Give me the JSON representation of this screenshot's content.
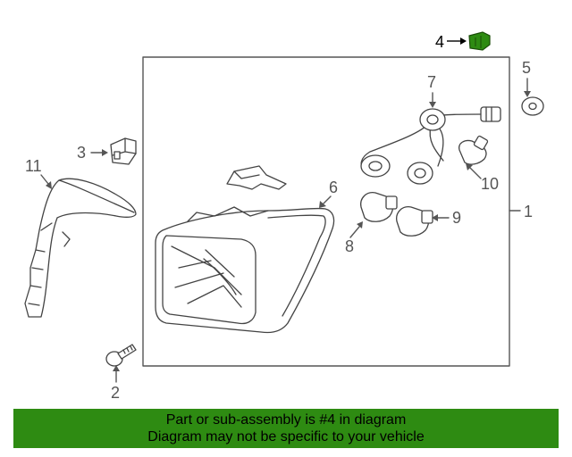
{
  "callouts": {
    "c1": "1",
    "c2": "2",
    "c3": "3",
    "c4": "4",
    "c5": "5",
    "c6": "6",
    "c7": "7",
    "c8": "8",
    "c9": "9",
    "c10": "10",
    "c11": "11"
  },
  "highlight": {
    "part_number": "4",
    "color": "#2e8b12"
  },
  "banner": {
    "line1": "Part or sub-assembly is #4 in diagram",
    "line2": "Diagram may not be specific to your vehicle",
    "background": "#2e8b12"
  }
}
